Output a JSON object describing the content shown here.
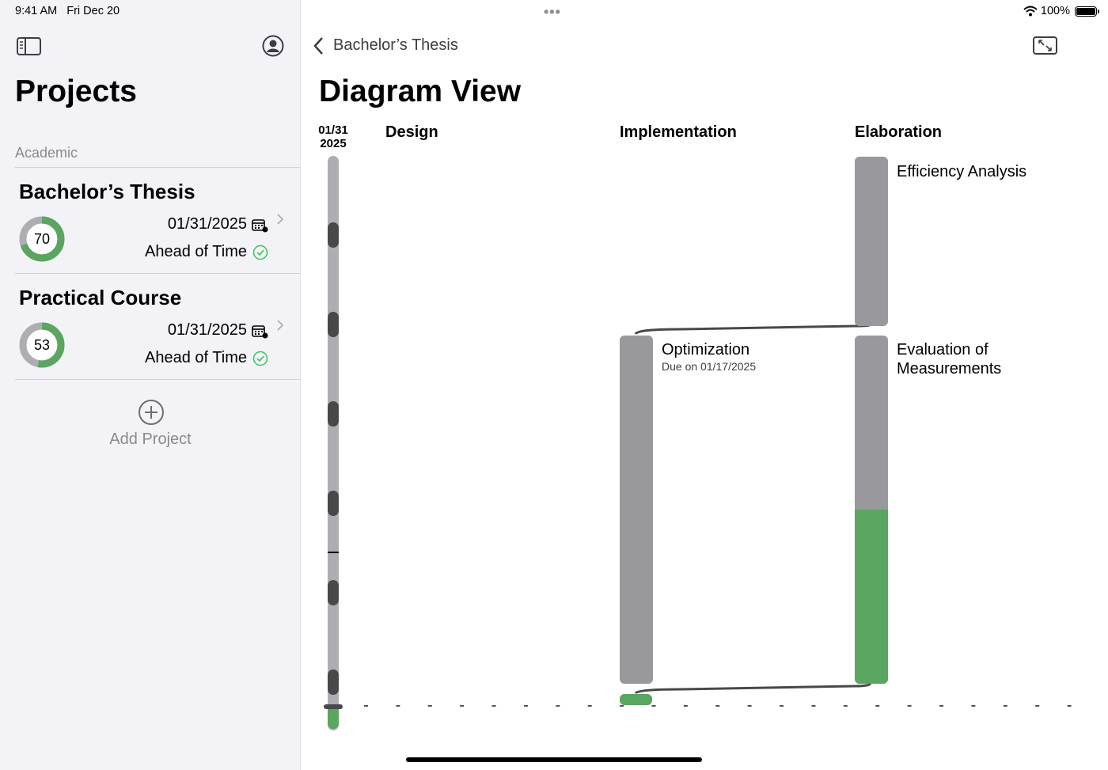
{
  "status_bar": {
    "time": "9:41 AM",
    "date": "Fri Dec 20",
    "battery": "100%"
  },
  "sidebar": {
    "title": "Projects",
    "section": "Academic",
    "projects": [
      {
        "title": "Bachelor’s Thesis",
        "progress": 70,
        "date": "01/31/2025",
        "status": "Ahead of Time"
      },
      {
        "title": "Practical Course",
        "progress": 53,
        "date": "01/31/2025",
        "status": "Ahead of Time"
      }
    ],
    "add_label": "Add Project"
  },
  "nav": {
    "back_label": "Bachelor’s Thesis"
  },
  "main": {
    "title": "Diagram View",
    "date_line1": "01/31",
    "date_line2": "2025",
    "columns": [
      "Design",
      "Implementation",
      "Elaboration"
    ],
    "tasks": [
      {
        "label": "Efficiency Analysis",
        "progress": 0
      },
      {
        "label": "Optimization",
        "due": "Due on 01/17/2025",
        "progress": 0
      },
      {
        "label": "Evaluation of Measurements",
        "progress": 0.5
      }
    ]
  },
  "colors": {
    "accent_green": "#5aa55f",
    "bar_gray": "#98989d",
    "background": "#f2f2f7"
  }
}
